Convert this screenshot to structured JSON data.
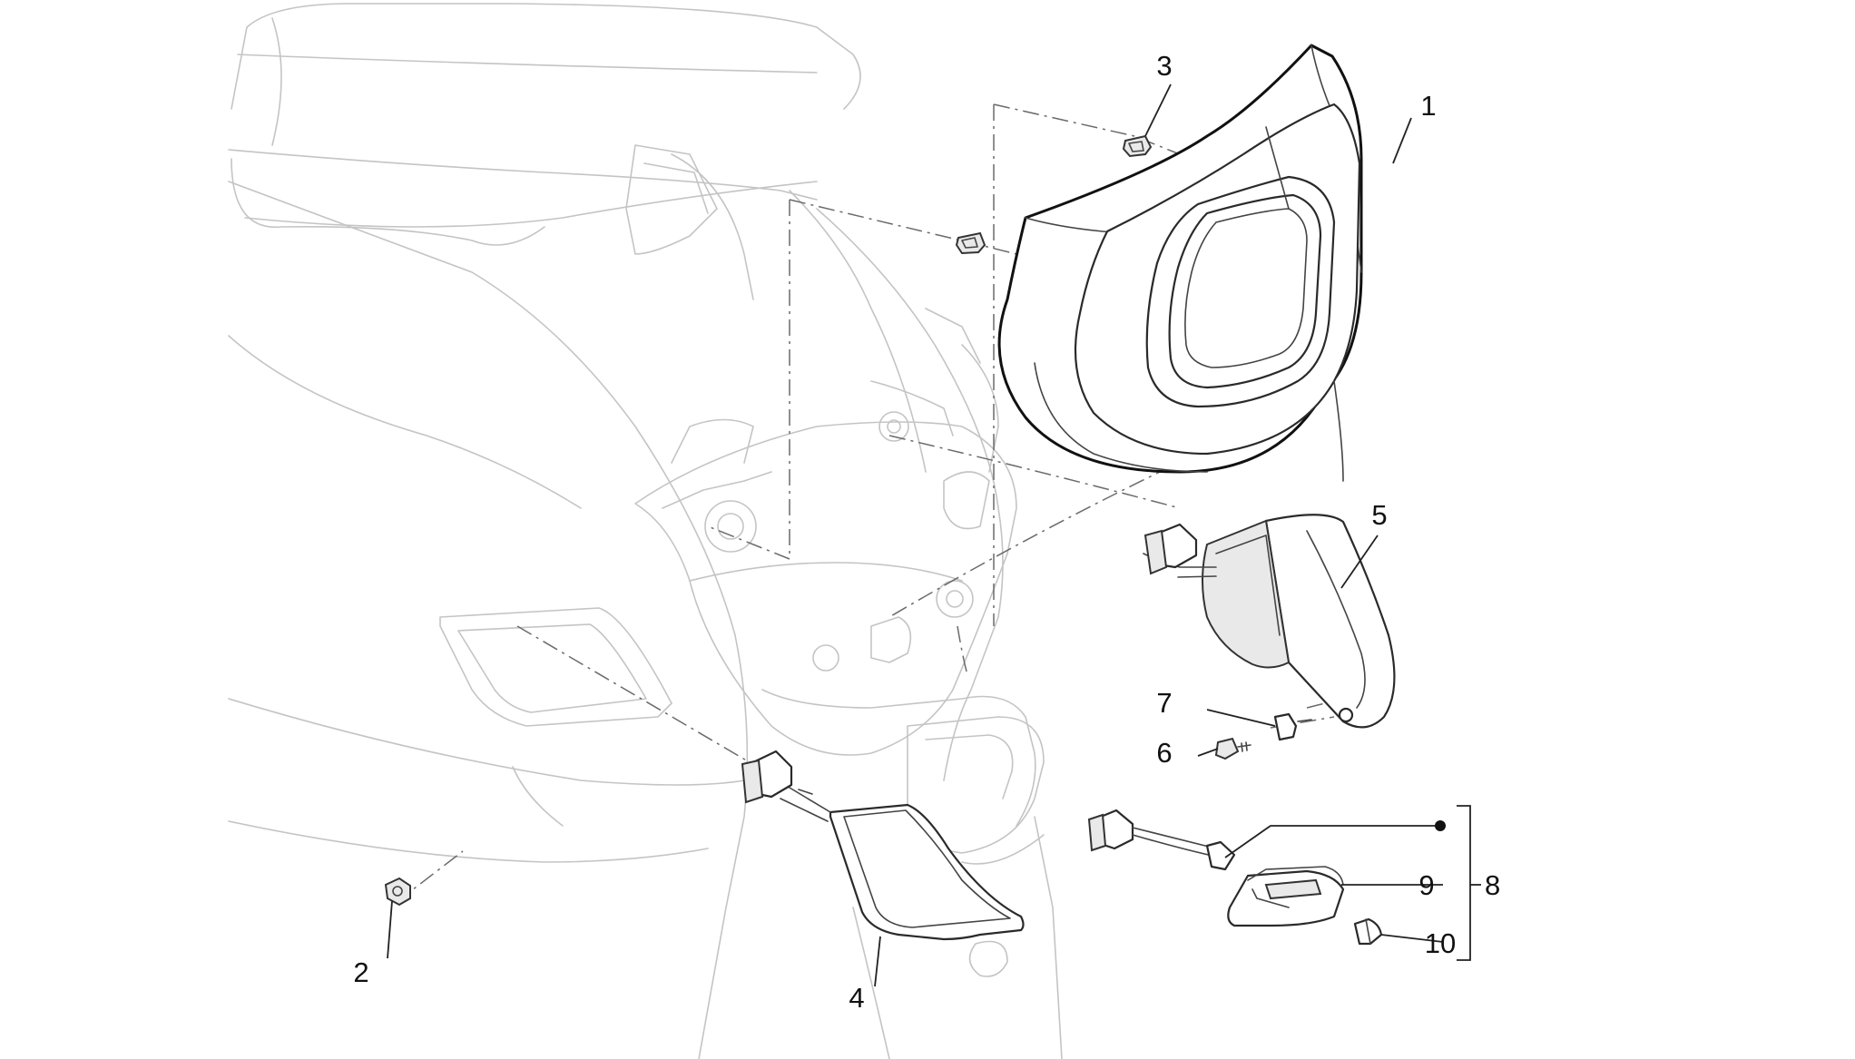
{
  "callouts": {
    "c1": "1",
    "c2": "2",
    "c3": "3",
    "c4": "4",
    "c5": "5",
    "c6": "6",
    "c7": "7",
    "c8": "8",
    "c9": "9",
    "c10": "10"
  },
  "colors": {
    "ghost_outline": "#c4c4c4",
    "part_outline": "#2a2a2a",
    "background": "#ffffff"
  }
}
